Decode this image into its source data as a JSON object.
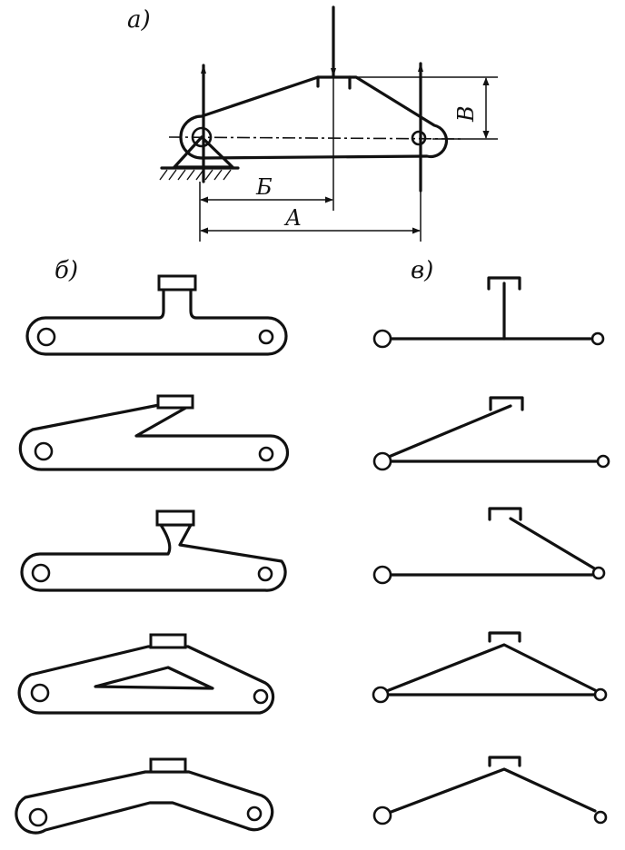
{
  "panels": {
    "a": {
      "label": "а)"
    },
    "b": {
      "label": "б)"
    },
    "v": {
      "label": "в)"
    }
  },
  "dimensions": {
    "A": "А",
    "B_small": "Б",
    "V": "В"
  }
}
